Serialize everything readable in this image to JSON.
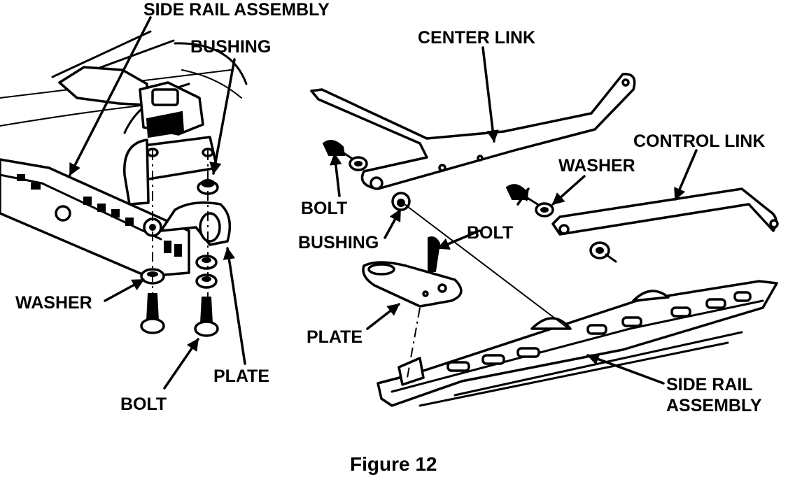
{
  "figure": {
    "caption": "Figure 12",
    "labels": {
      "side_rail_assembly_top": "SIDE RAIL ASSEMBLY",
      "bushing_left": "BUSHING",
      "washer_left": "WASHER",
      "bolt_left": "BOLT",
      "plate_left": "PLATE",
      "center_link": "CENTER LINK",
      "control_link": "CONTROL LINK",
      "washer_right": "WASHER",
      "bolt_right_top": "BOLT",
      "bushing_right": "BUSHING",
      "bolt_right_mid": "BOLT",
      "plate_right": "PLATE",
      "side_rail_line1": "SIDE RAIL",
      "side_rail_line2": "ASSEMBLY"
    }
  }
}
